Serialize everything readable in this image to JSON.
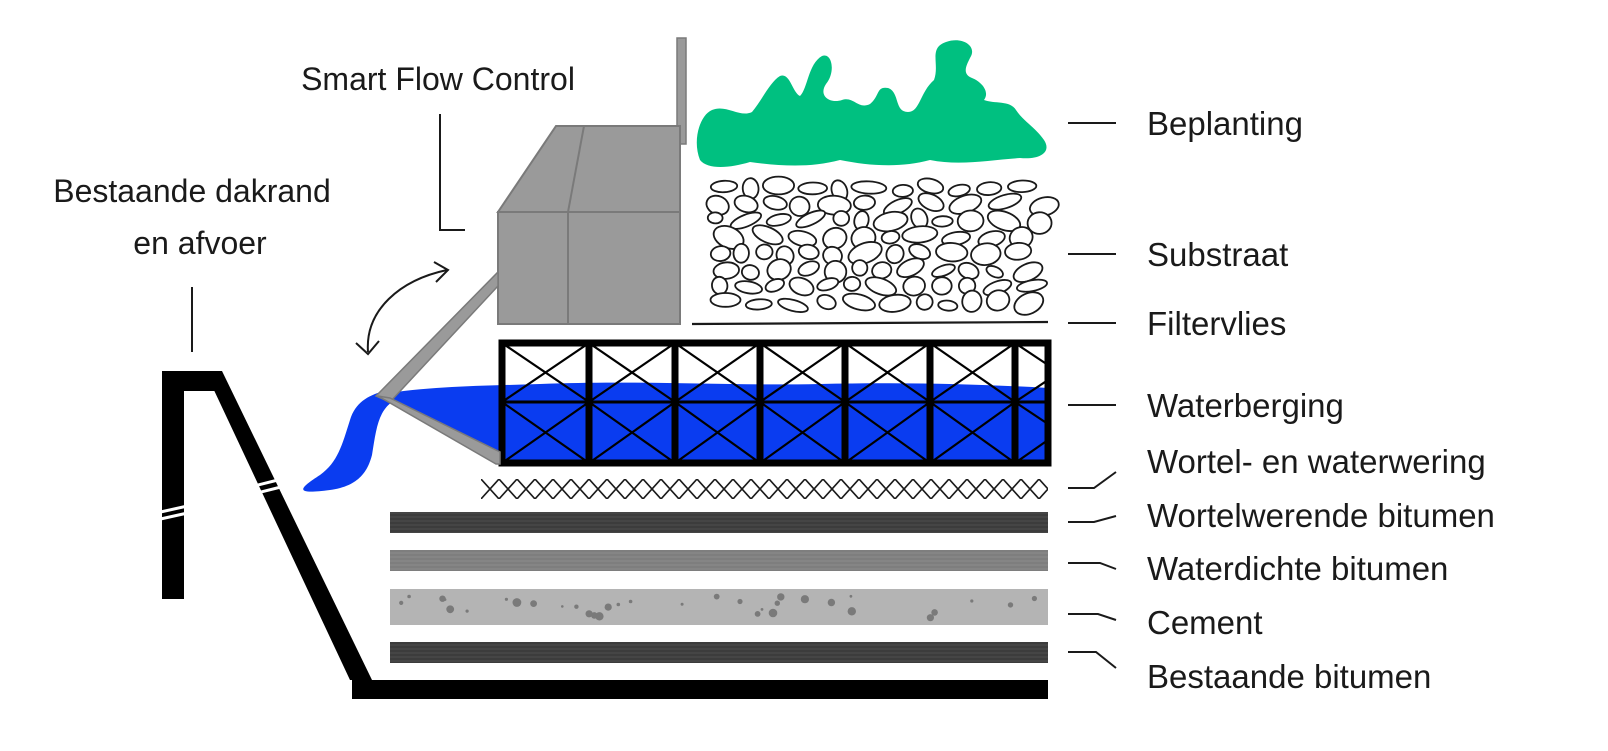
{
  "labels": {
    "dakrand_line1": "Bestaande dakrand",
    "dakrand_line2": "en afvoer",
    "smart_flow": "Smart Flow Control",
    "layers": [
      "Beplanting",
      "Substraat",
      "Filtervlies",
      "Waterberging",
      "Wortel- en waterwering",
      "Wortelwerende bitumen",
      "Waterdichte bitumen",
      "Cement",
      "Bestaande bitumen"
    ]
  },
  "colors": {
    "planting": "#00c080",
    "water": "#0a3cf0",
    "box": "#9a9a9a",
    "box_stroke": "#7a7a7a",
    "dark_bitumen": "#3c3c3c",
    "mid_bitumen": "#7e7e7e",
    "cement": "#b4b4b4",
    "frame": "#000000",
    "text": "#1a1a1a"
  }
}
